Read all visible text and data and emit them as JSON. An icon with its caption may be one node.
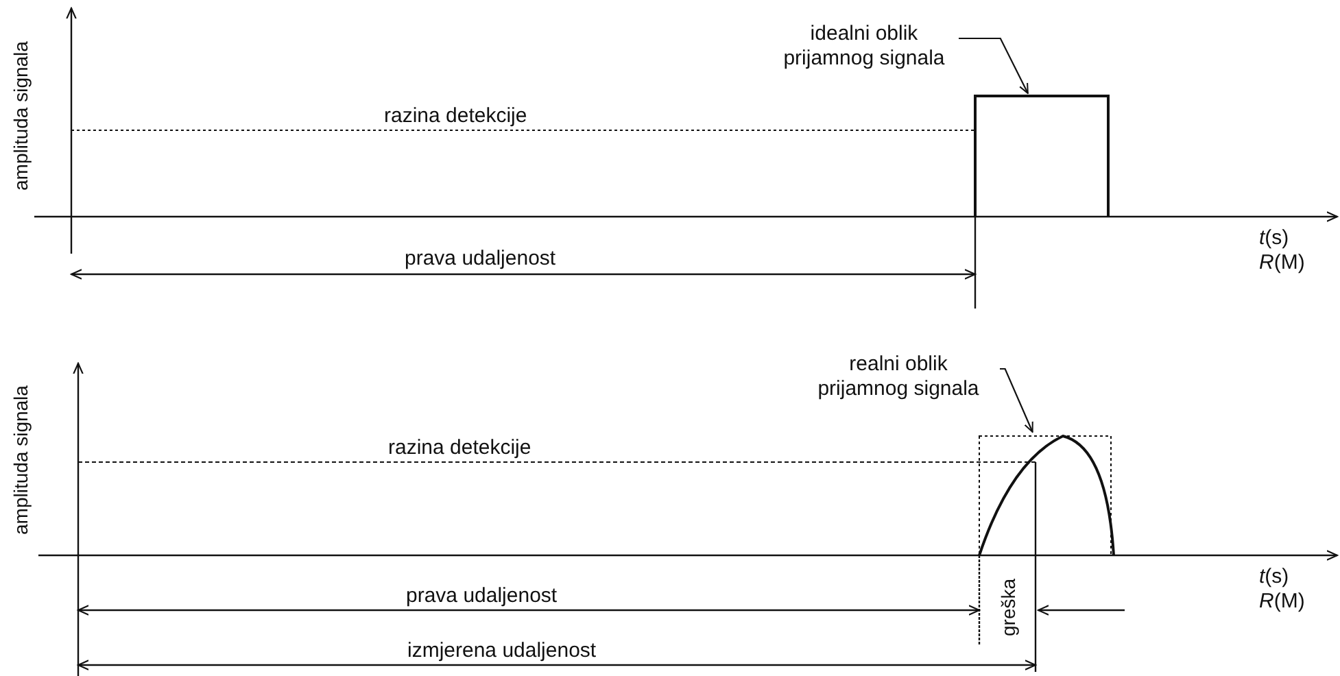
{
  "diagram": {
    "nodes": [
      {
        "text": [
          "idealni oblik prijamnog signala"
        ]
      },
      {
        "text": [],
        "shape": "box"
      },
      {
        "text": [
          "realni oblik prijamnog signala"
        ]
      },
      {
        "text": [],
        "shape": "picture"
      }
    ],
    "edges": [
      {
        "from": 0,
        "to": 1,
        "arrow": "to"
      },
      {
        "from": 2,
        "to": 3,
        "arrow": "to"
      }
    ],
    "labels": [
      "amplituda signala",
      "razina detekcije",
      "prava udaljenost",
      "*t*(s)",
      "*R*(M)",
      "amplituda signala",
      "razina detekcije",
      "prava udaljenost",
      "greška",
      "izmjerena udaljenost",
      "*t*(s)",
      "*R*(M)"
    ]
  }
}
